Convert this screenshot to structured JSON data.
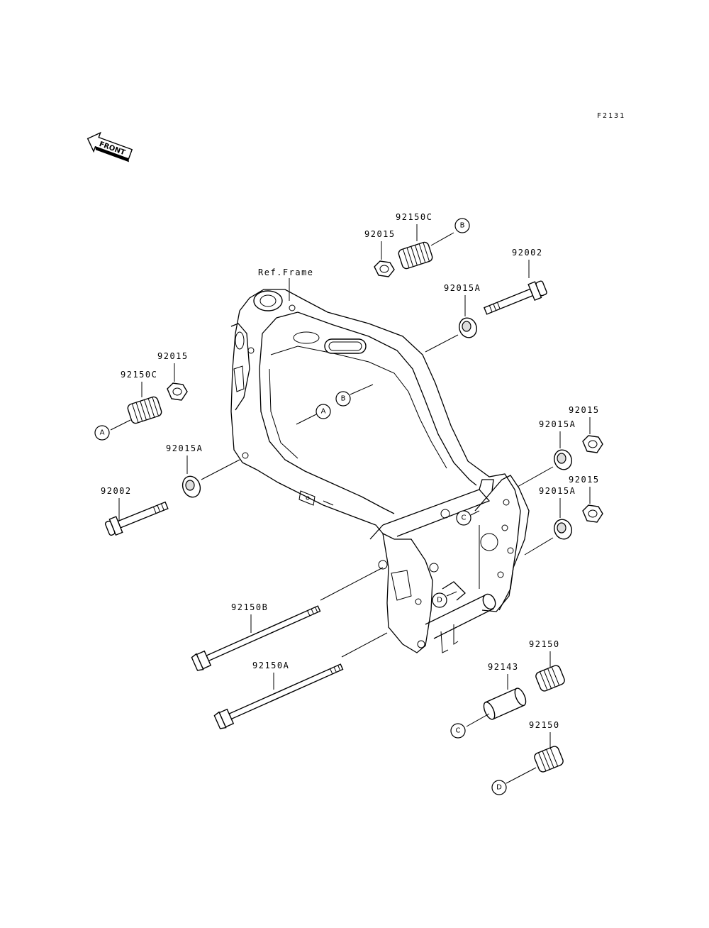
{
  "figure_code": "F2131",
  "front_arrow": {
    "label": "FRONT"
  },
  "ref_frame_label": "Ref.Frame",
  "parts": [
    {
      "id": "p1",
      "number": "92150C"
    },
    {
      "id": "p2",
      "number": "92015"
    },
    {
      "id": "p3",
      "number": "92002"
    },
    {
      "id": "p4",
      "number": "92015A"
    },
    {
      "id": "p5",
      "number": "92015"
    },
    {
      "id": "p6",
      "number": "92150C"
    },
    {
      "id": "p7",
      "number": "92015A"
    },
    {
      "id": "p8",
      "number": "92002"
    },
    {
      "id": "p9",
      "number": "92015"
    },
    {
      "id": "p10",
      "number": "92015A"
    },
    {
      "id": "p11",
      "number": "92015"
    },
    {
      "id": "p12",
      "number": "92015A"
    },
    {
      "id": "p13",
      "number": "92150B"
    },
    {
      "id": "p14",
      "number": "92150A"
    },
    {
      "id": "p15",
      "number": "92150"
    },
    {
      "id": "p16",
      "number": "92143"
    },
    {
      "id": "p17",
      "number": "92150"
    }
  ],
  "callouts": {
    "A": "A",
    "B": "B",
    "C": "C",
    "D": "D"
  }
}
